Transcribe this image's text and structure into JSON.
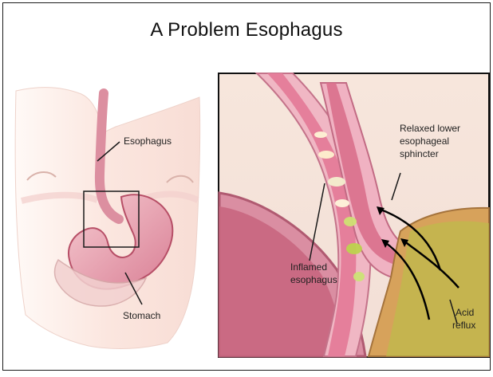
{
  "figure": {
    "title": "A Problem Esophagus",
    "left_panel": {
      "labels": {
        "esophagus": "Esophagus",
        "stomach": "Stomach"
      }
    },
    "right_panel": {
      "labels": {
        "relaxed_1": "Relaxed lower",
        "relaxed_2": "esophageal",
        "relaxed_3": "sphincter",
        "inflamed_1": "Inflamed",
        "inflamed_2": "esophagus",
        "acid_1": "Acid",
        "acid_2": "reflux"
      }
    }
  }
}
